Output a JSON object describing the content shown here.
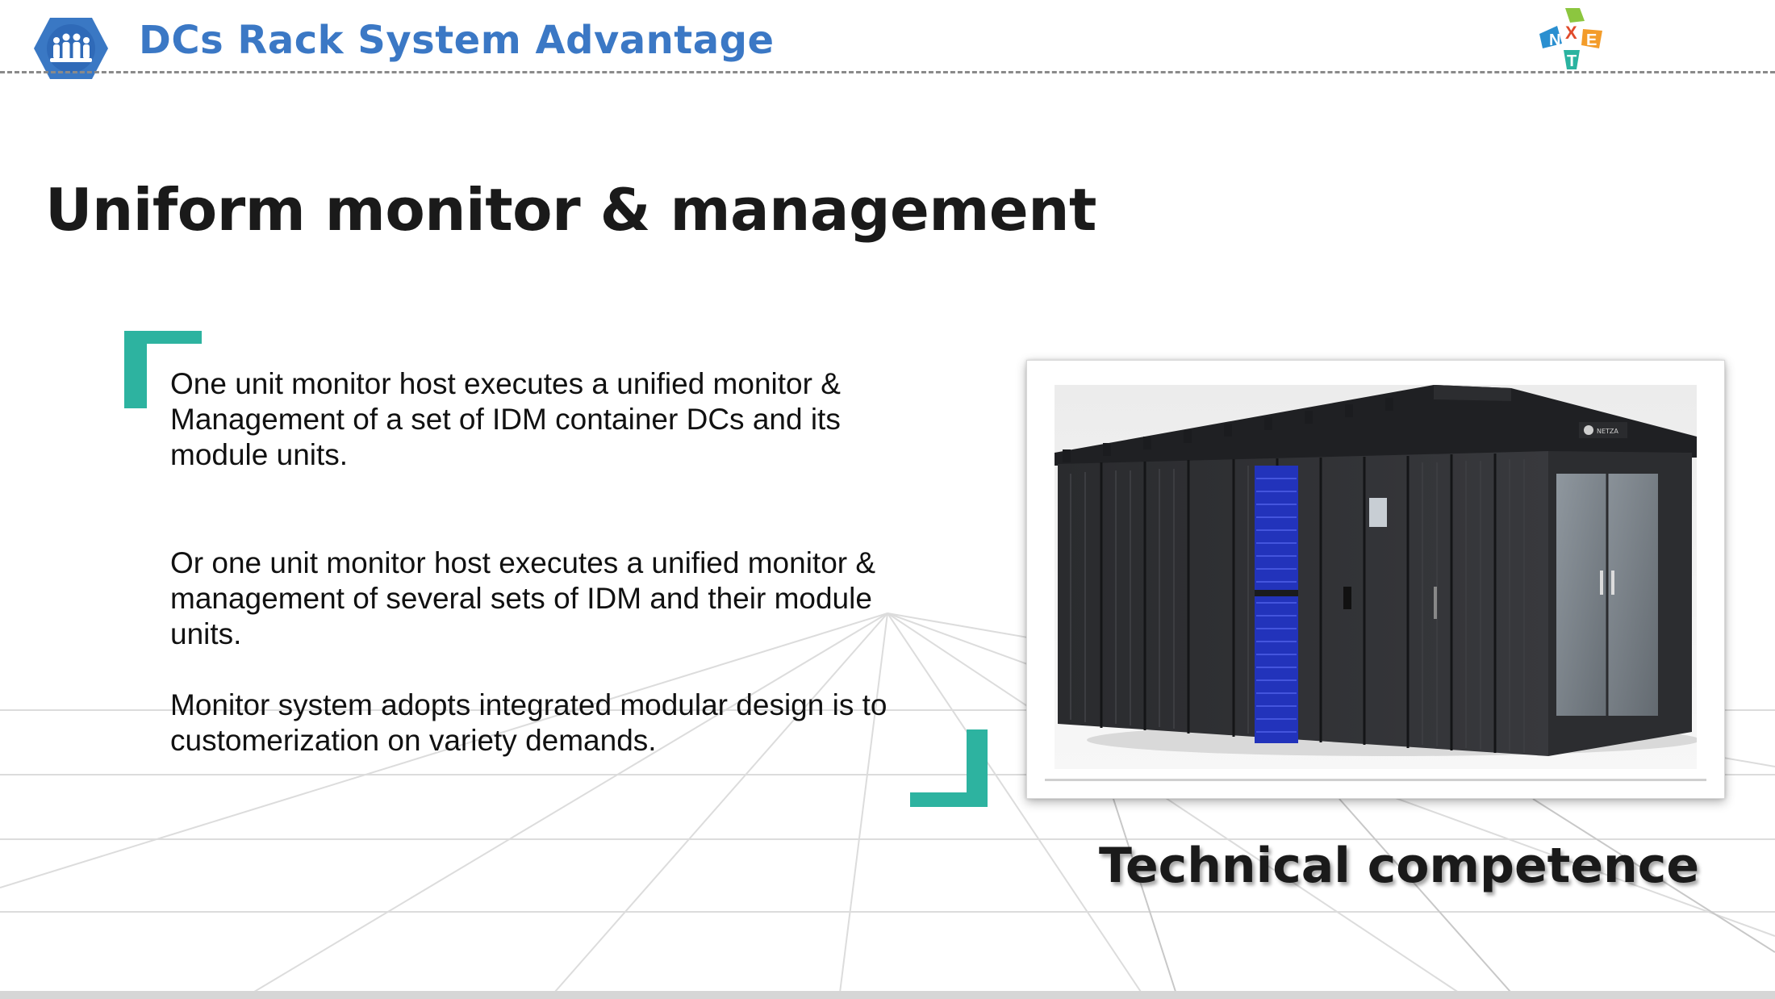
{
  "header": {
    "title": "DCs Rack System Advantage",
    "logo_icon": "team-people-hexagon-icon",
    "brand_logo_icon": "nxet-logo-icon",
    "brand_logo_letters": [
      "N",
      "X",
      "E",
      "T"
    ]
  },
  "page": {
    "title": "Uniform monitor & management"
  },
  "content": {
    "paragraphs": [
      "One unit monitor host executes a unified monitor & Management of a set of IDM container DCs and its module units.",
      "Or one unit monitor host executes a unified monitor & management of several sets of IDM and their module units.",
      "Monitor system adopts integrated modular design is to customerization on variety demands."
    ]
  },
  "image": {
    "subject": "container-data-center-rack-photo",
    "cabinet_badge": "NETZA"
  },
  "caption": {
    "text": "Technical competence"
  },
  "colors": {
    "header_title": "#3b78c5",
    "accent_teal": "#2db3a0",
    "hexagon_blue": "#3a78c4",
    "text_dark": "#1a1a1a",
    "cabinet_dark": "#2a2b2e",
    "cabinet_blue_panel": "#2233bb"
  }
}
